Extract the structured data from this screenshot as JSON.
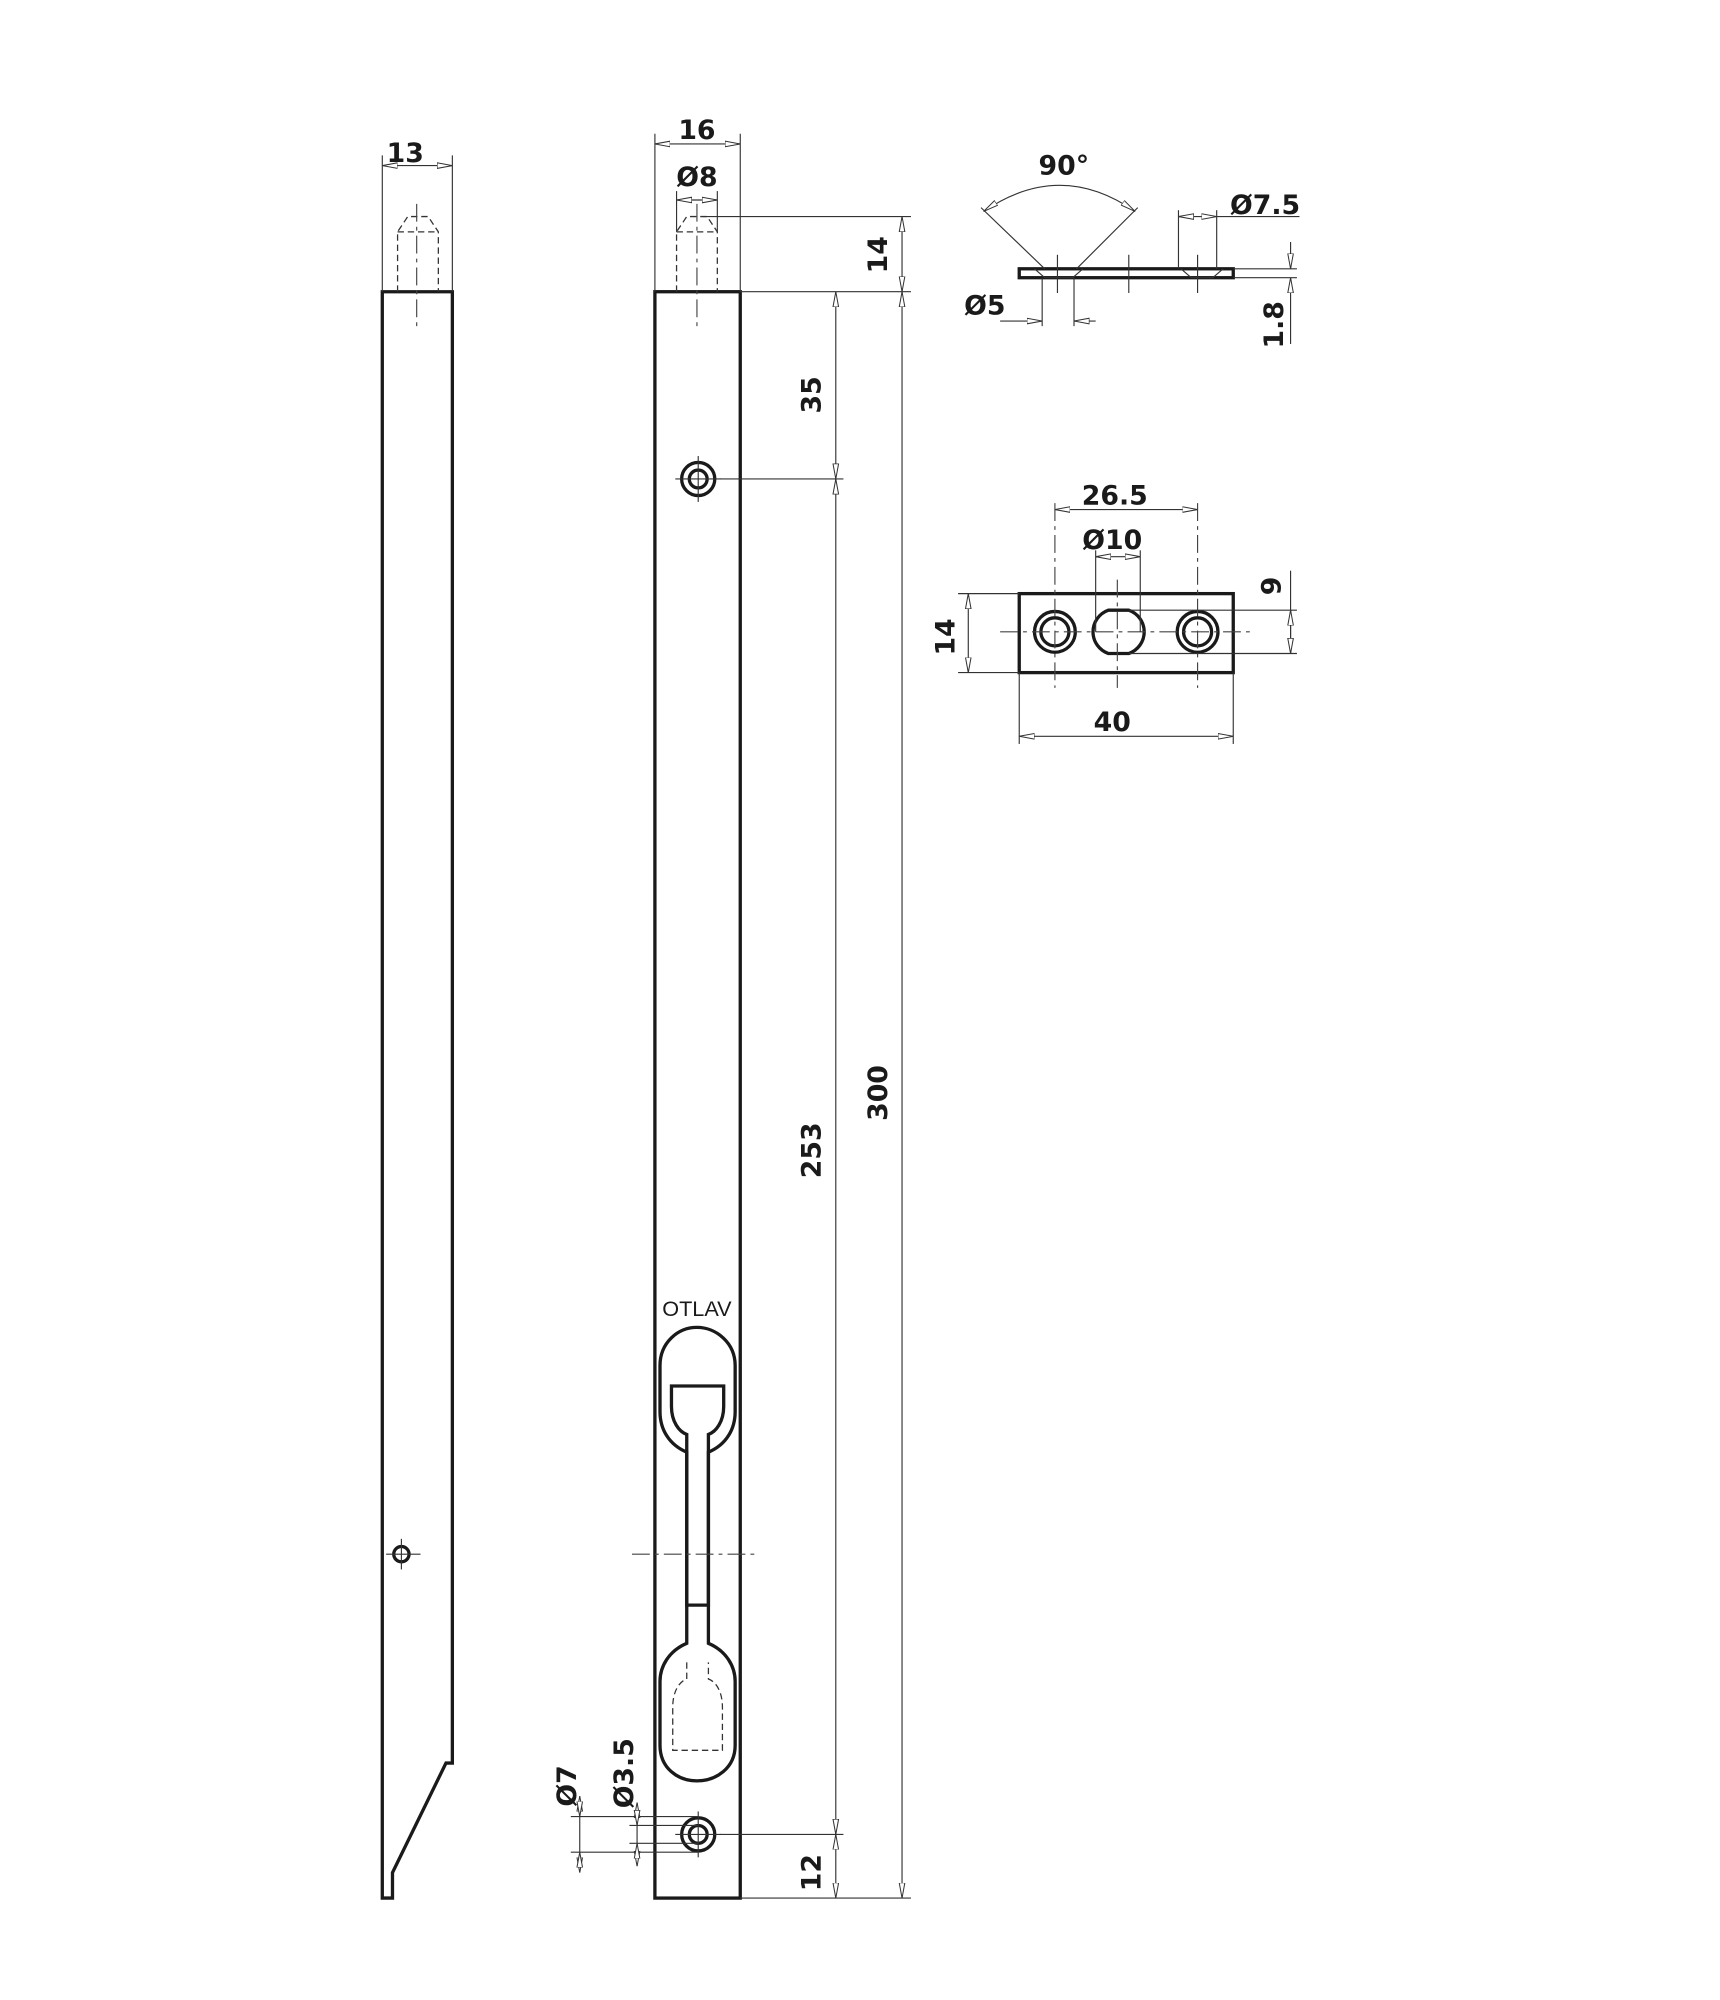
{
  "drawing": {
    "side_view": {
      "width_label": "13"
    },
    "front_view": {
      "width_label": "16",
      "pin_diameter_label": "Ø8",
      "pin_length_label": "14",
      "top_hole_offset_label": "35",
      "hole_spacing_label": "253",
      "total_length_label": "300",
      "bottom_hole_offset_label": "12",
      "countersink_diameter_label": "Ø7",
      "hole_diameter_label": "Ø3.5",
      "brand_mark": "OTLAV"
    },
    "keeper_profile": {
      "angle_label": "90°",
      "countersink_label": "Ø7.5",
      "hole_label": "Ø5",
      "thickness_label": "1.8"
    },
    "keeper_plan": {
      "hole_spacing_label": "26.5",
      "bolt_hole_label": "Ø10",
      "height_label": "14",
      "flat_label": "9",
      "length_label": "40"
    }
  }
}
